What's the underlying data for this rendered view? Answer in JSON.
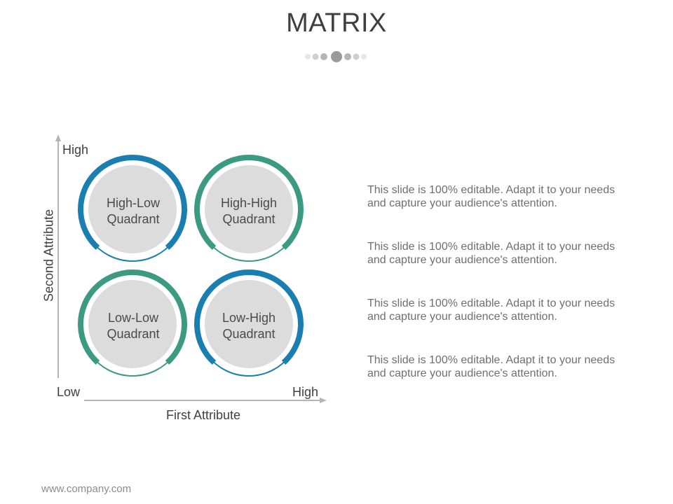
{
  "slide": {
    "title": "MATRIX",
    "footer": "www.company.com"
  },
  "matrix": {
    "y_axis": {
      "title": "Second Attribute",
      "high": "High"
    },
    "x_axis": {
      "title": "First Attribute",
      "low": "Low",
      "high": "High"
    },
    "quadrants": [
      {
        "label_line1": "High-Low",
        "label_line2": "Quadrant",
        "ring_color": "#1a7fb0"
      },
      {
        "label_line1": "High-High",
        "label_line2": "Quadrant",
        "ring_color": "#3d9a82"
      },
      {
        "label_line1": "Low-Low",
        "label_line2": "Quadrant",
        "ring_color": "#3d9a82"
      },
      {
        "label_line1": "Low-High",
        "label_line2": "Quadrant",
        "ring_color": "#1a7fb0"
      }
    ]
  },
  "descriptions": [
    {
      "line1": "This slide is 100% editable. Adapt it to your needs",
      "line2": "and capture your audience's attention."
    },
    {
      "line1": "This slide is 100% editable. Adapt it to your needs",
      "line2": "and capture your audience's attention."
    },
    {
      "line1": "This slide is 100% editable. Adapt it to your needs",
      "line2": "and capture your audience's attention."
    },
    {
      "line1": "This slide is 100% editable. Adapt it to your needs",
      "line2": "and capture your audience's attention."
    }
  ],
  "colors": {
    "blue": "#1a7fb0",
    "teal": "#3d9a82",
    "circle_fill": "#dcdcdc",
    "axis": "#b3b3b3"
  }
}
